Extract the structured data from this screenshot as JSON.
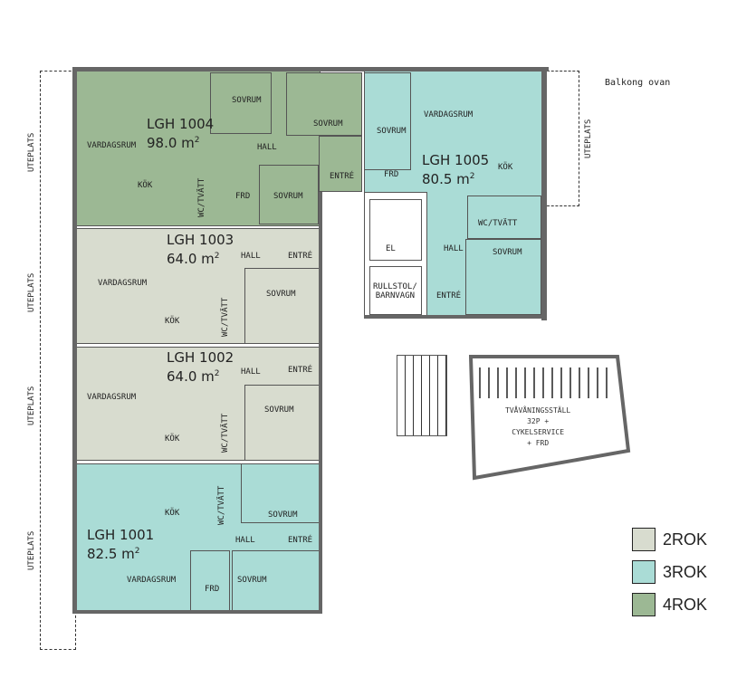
{
  "colors": {
    "rok2": "#d8dccf",
    "rok3": "#aadcd6",
    "rok4": "#9cb894"
  },
  "legend": [
    {
      "label": "2ROK"
    },
    {
      "label": "3ROK"
    },
    {
      "label": "4ROK"
    }
  ],
  "annotation": "Balkong ovan",
  "uteplats": "UTEPLATS",
  "apartments": {
    "lgh1004": {
      "name": "LGH 1004",
      "area": "98.0 m",
      "sup": "2",
      "rooms": [
        "VARDAGSRUM",
        "KÖK",
        "SOVRUM",
        "SOVRUM",
        "HALL",
        "FRD",
        "SOVRUM",
        "WC/TVÄTT",
        "ENTRÉ"
      ]
    },
    "lgh1003": {
      "name": "LGH 1003",
      "area": "64.0 m",
      "sup": "2",
      "rooms": [
        "VARDAGSRUM",
        "KÖK",
        "HALL",
        "ENTRÉ",
        "SOVRUM",
        "WC/TVÄTT"
      ]
    },
    "lgh1002": {
      "name": "LGH 1002",
      "area": "64.0 m",
      "sup": "2",
      "rooms": [
        "VARDAGSRUM",
        "KÖK",
        "HALL",
        "ENTRÉ",
        "SOVRUM",
        "WC/TVÄTT"
      ]
    },
    "lgh1001": {
      "name": "LGH 1001",
      "area": "82.5 m",
      "sup": "2",
      "rooms": [
        "VARDAGSRUM",
        "KÖK",
        "HALL",
        "ENTRÉ",
        "SOVRUM",
        "WC/TVÄTT",
        "FRD",
        "SOVRUM"
      ]
    },
    "lgh1005": {
      "name": "LGH 1005",
      "area": "80.5 m",
      "sup": "2",
      "rooms": [
        "VARDAGSRUM",
        "SOVRUM",
        "FRD",
        "KÖK",
        "WC/TVÄTT",
        "HALL",
        "SOVRUM",
        "ENTRÉ"
      ]
    }
  },
  "common": {
    "el": "EL",
    "stroller": "RULLSTOL/",
    "stroller2": "BARNVAGN",
    "bike": [
      "TVÅVÅNINGSSTÄLL",
      "32P +",
      "CYKELSERVICE",
      "+ FRD"
    ]
  }
}
